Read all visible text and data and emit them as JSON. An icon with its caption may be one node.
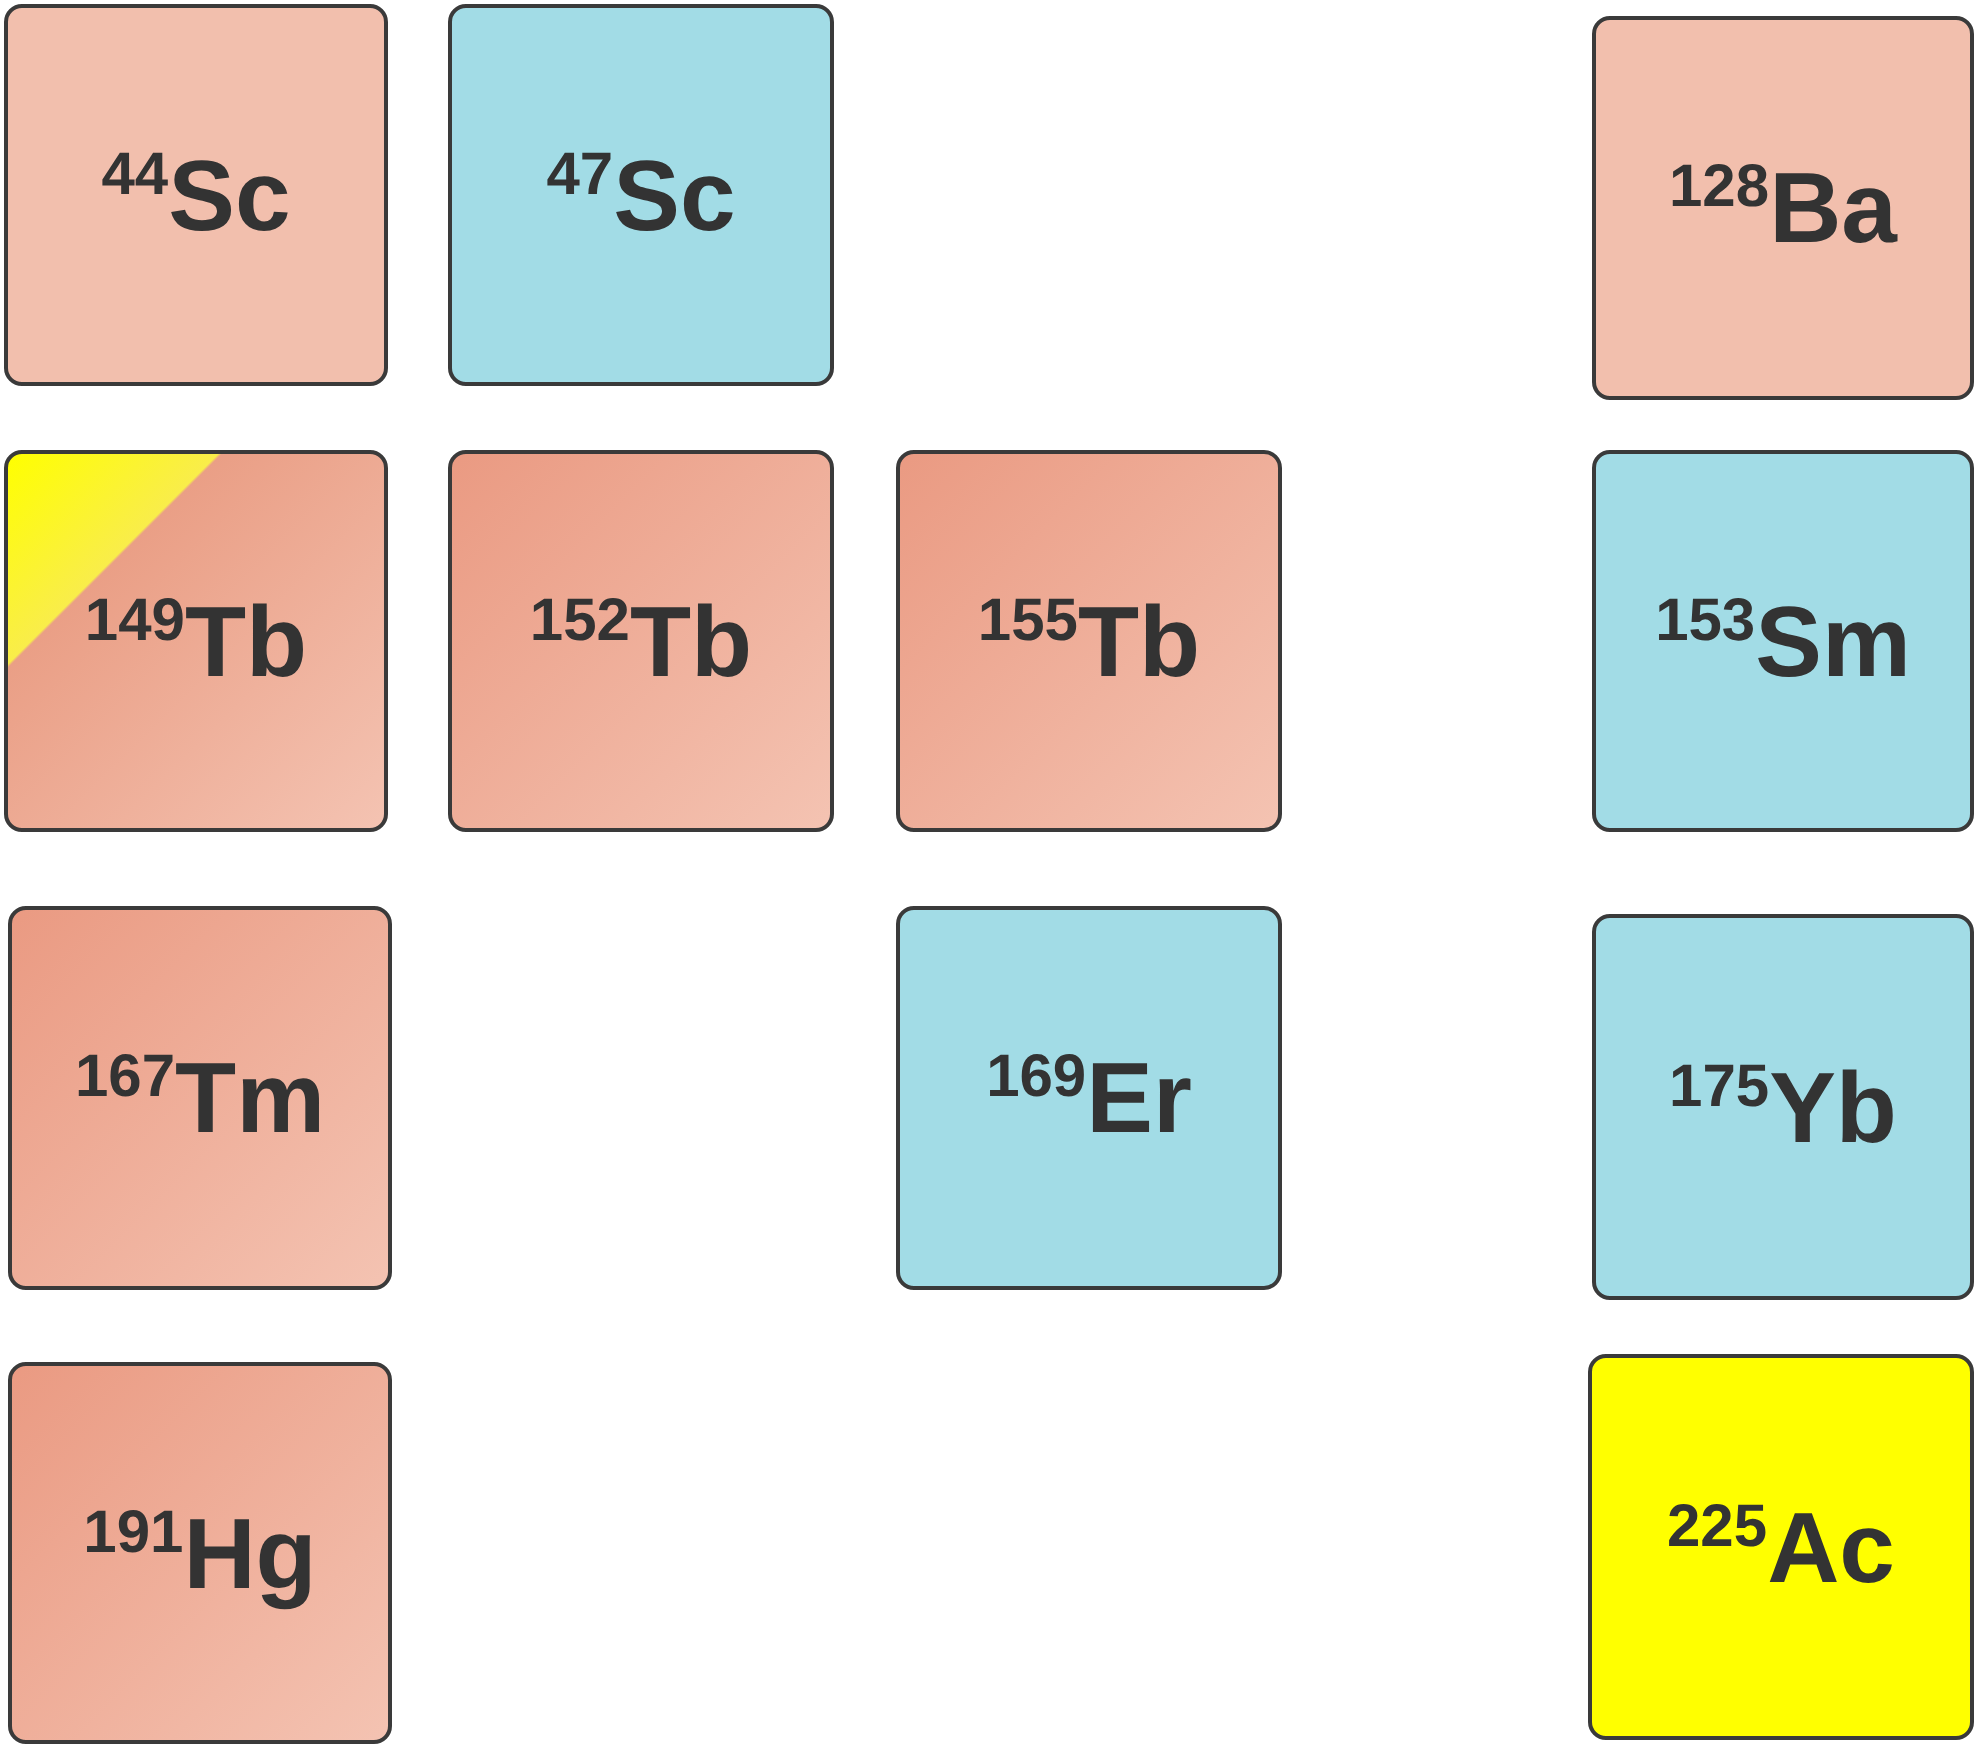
{
  "diagram": {
    "nodes": [
      {
        "text": [
          "$^{44}$Sc"
        ]
      },
      {
        "text": [
          "$^{47}$Sc"
        ]
      },
      {
        "text": [
          "$^{128}$Ba"
        ]
      },
      {
        "text": [
          "$^{149}$Tb"
        ]
      },
      {
        "text": [
          "$^{152}$Tb"
        ]
      },
      {
        "text": [
          "$^{155}$Tb"
        ]
      },
      {
        "text": [
          "$^{153}$Sm"
        ]
      },
      {
        "text": [
          "$^{167}$Tm"
        ]
      },
      {
        "text": [
          "$^{169}$Er"
        ]
      },
      {
        "text": [
          "$^{175}$Yb"
        ]
      },
      {
        "text": [
          "$^{191}$Hg"
        ]
      },
      {
        "text": [
          "$^{225}$Ac"
        ]
      }
    ]
  }
}
